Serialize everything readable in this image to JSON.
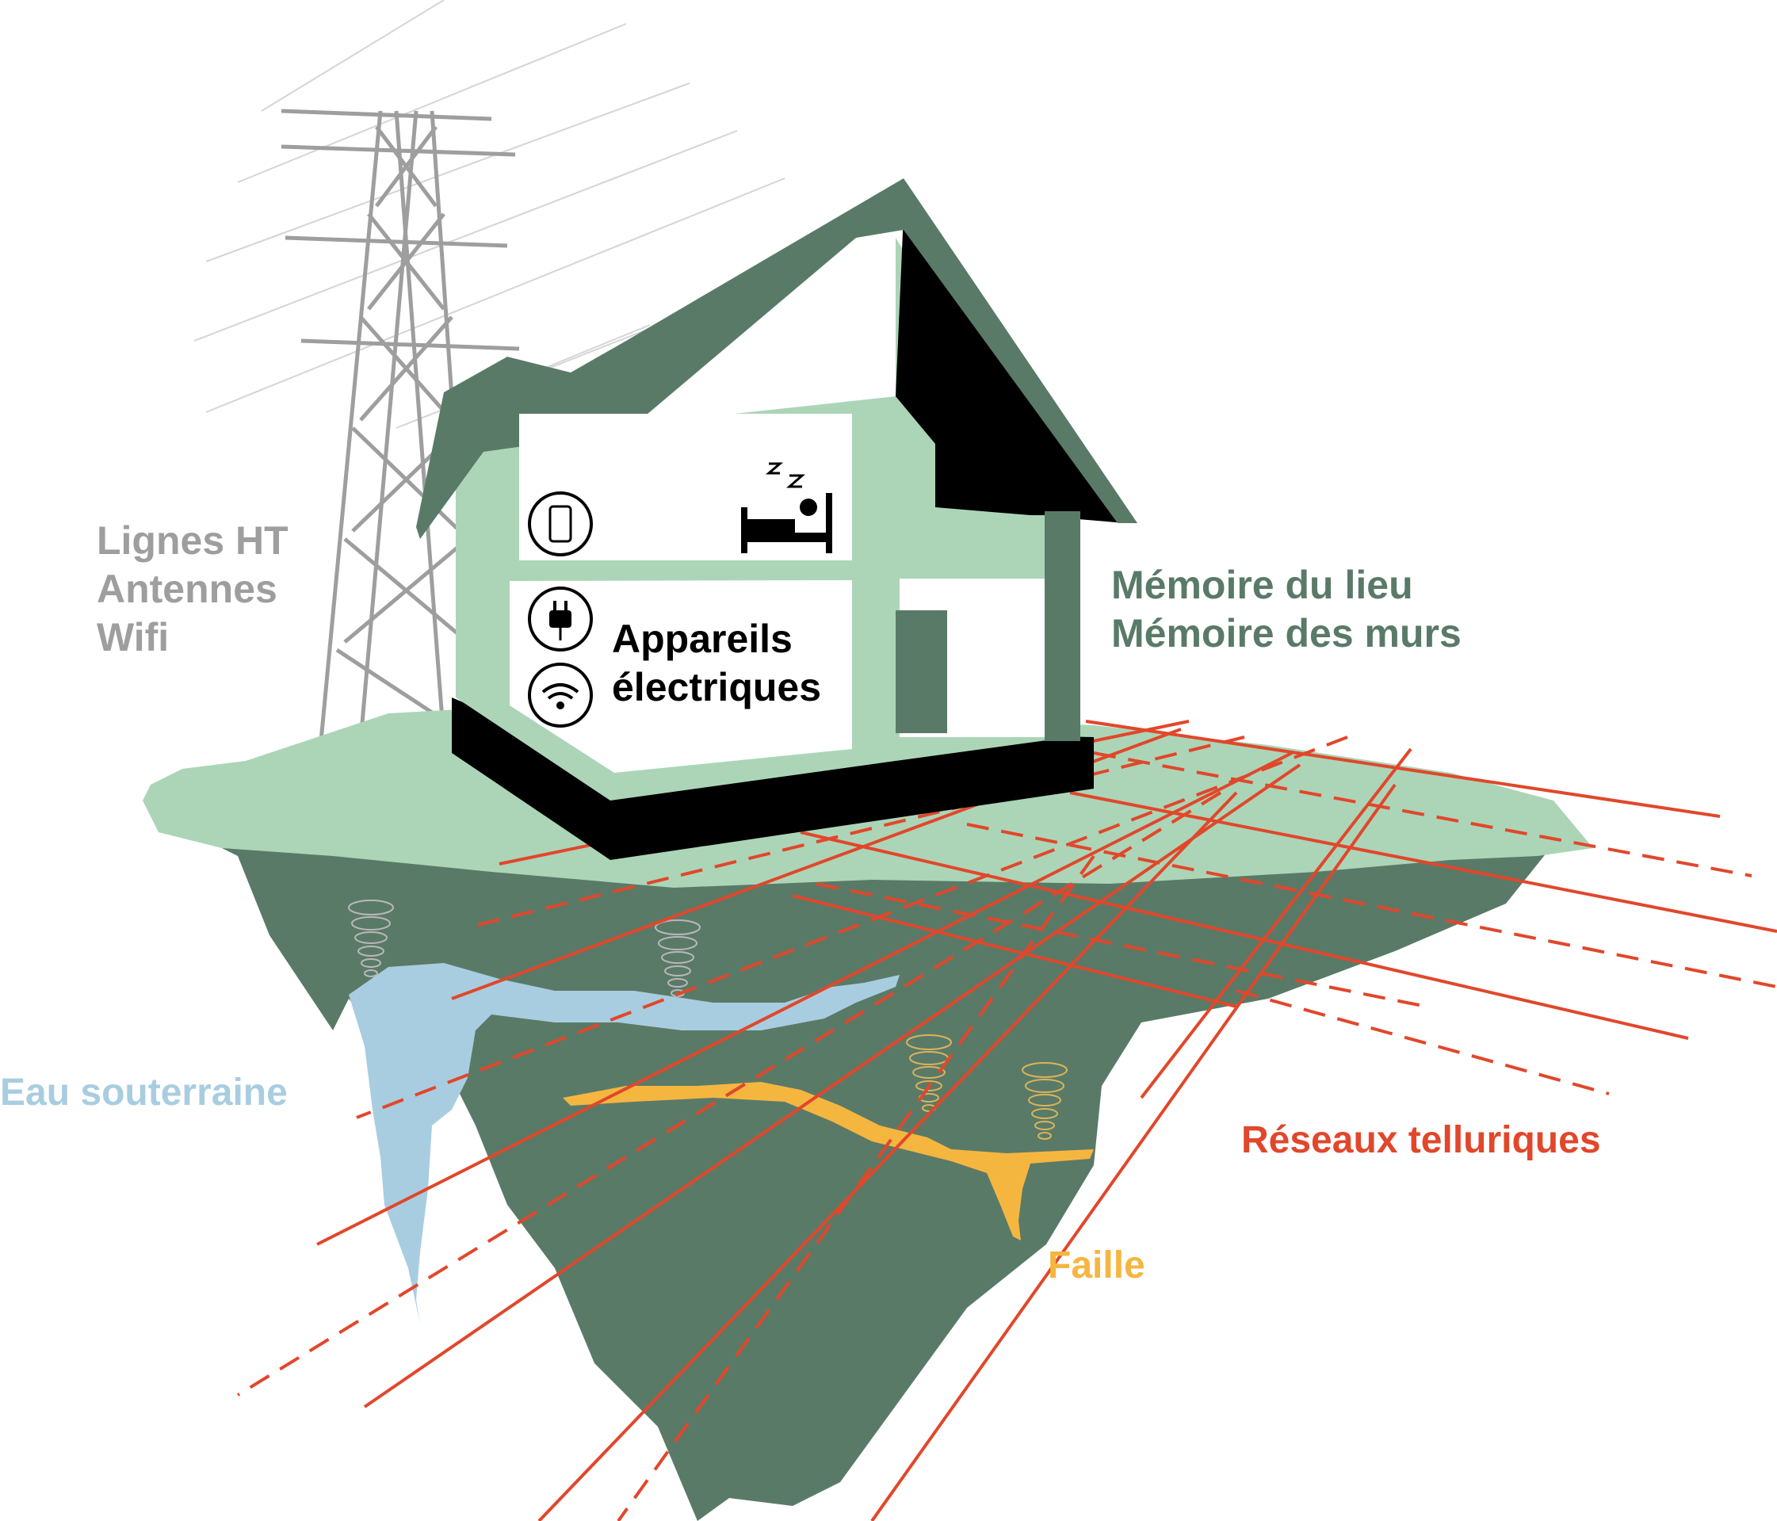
{
  "labels": {
    "sources": [
      "Lignes HT",
      "Antennes",
      "Wifi"
    ],
    "memory": [
      "Mémoire du lieu",
      "Mémoire des murs"
    ],
    "devices": [
      "Appareils",
      "électriques"
    ],
    "water": "Eau souterraine",
    "telluric": "Réseaux telluriques",
    "fault": "Faille"
  },
  "icons": [
    "smartphone-icon",
    "sleeping-bed-icon",
    "electric-plug-icon",
    "wifi-icon",
    "pylon-icon",
    "vortex-spiral-icon"
  ],
  "colors": {
    "ground_light": "#acd5b7",
    "ground_dark": "#5a7a68",
    "roof_dark": "#000000",
    "water": "#a9cde0",
    "fault": "#f5b640",
    "telluric": "#e1472b",
    "pylon": "#9e9e9e",
    "spiral": "#a9a9a9"
  }
}
